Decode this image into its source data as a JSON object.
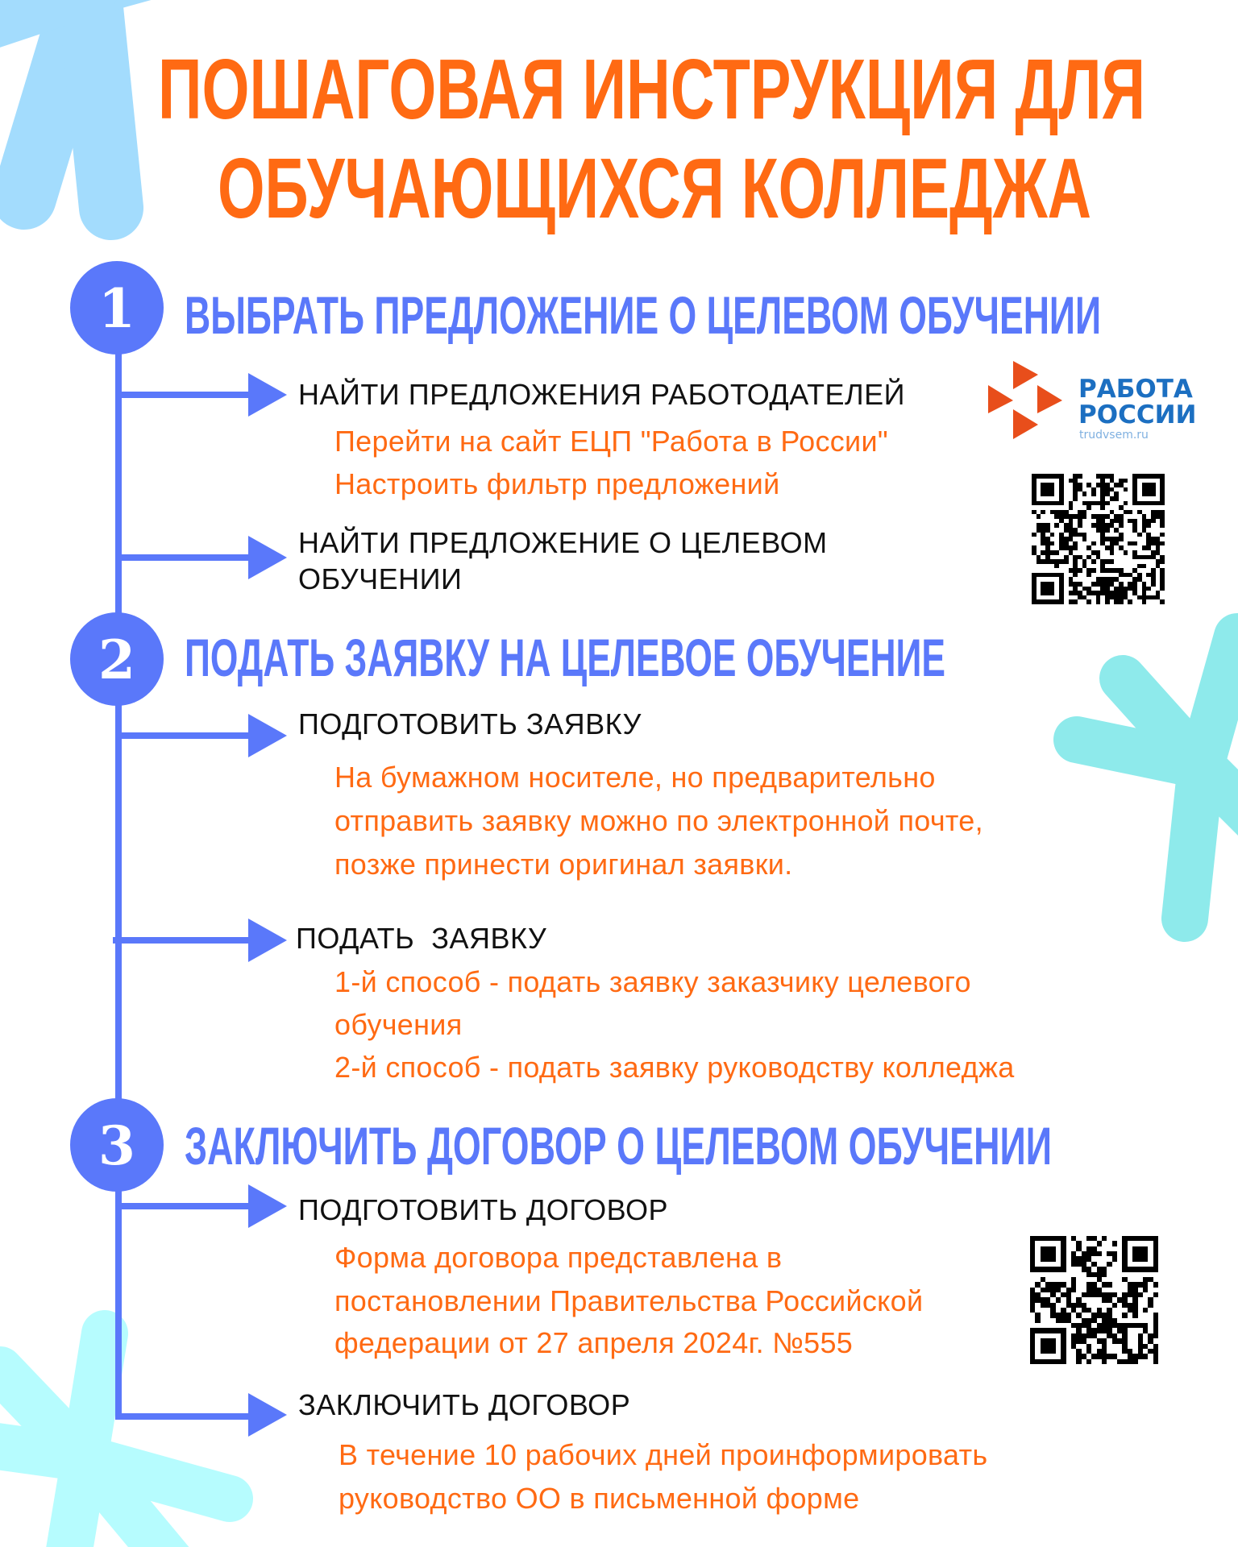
{
  "title": {
    "line1": "ПОШАГОВАЯ ИНСТРУКЦИЯ ДЛЯ",
    "line2": "ОБУЧАЮЩИХСЯ КОЛЛЕДЖА"
  },
  "colors": {
    "title": "#ff6a13",
    "accent": "#5a78fa",
    "body": "#ff6a13",
    "deco_top_left": "#a3dcfd",
    "deco_right": "#8eeaeb",
    "deco_bottom_left": "#b6fcfe"
  },
  "steps": [
    {
      "number": "1",
      "heading": "ВЫБРАТЬ ПРЕДЛОЖЕНИЕ О ЦЕЛЕВОМ ОБУЧЕНИИ",
      "substeps": [
        {
          "title": [
            "НАЙТИ ПРЕДЛОЖЕНИЯ РАБОТОДАТЕЛЕЙ"
          ],
          "lines": [
            "Перейти на сайт ЕЦП \"Работа в России\"",
            "Настроить фильтр предложений"
          ]
        },
        {
          "title": [
            "НАЙТИ ПРЕДЛОЖЕНИЕ О ЦЕЛЕВОМ",
            "ОБУЧЕНИИ"
          ],
          "lines": []
        }
      ]
    },
    {
      "number": "2",
      "heading": "ПОДАТЬ ЗАЯВКУ НА ЦЕЛЕВОЕ ОБУЧЕНИЕ",
      "substeps": [
        {
          "title": [
            "ПОДГОТОВИТЬ ЗАЯВКУ"
          ],
          "lines": [
            "На бумажном носителе, но предварительно",
            "отправить заявку можно по электронной почте,",
            "позже принести оригинал заявки."
          ]
        },
        {
          "title": [
            "ПОДАТЬ  ЗАЯВКУ"
          ],
          "lines": [
            "1-й способ - подать заявку заказчику целевого",
            "обучения",
            "2-й способ - подать заявку руководству колледжа"
          ]
        }
      ]
    },
    {
      "number": "3",
      "heading": "ЗАКЛЮЧИТЬ ДОГОВОР О ЦЕЛЕВОМ ОБУЧЕНИИ",
      "substeps": [
        {
          "title": [
            "ПОДГОТОВИТЬ ДОГОВОР"
          ],
          "lines": [
            "Форма договора представлена в",
            "постановлении Правительства Российской",
            "федерации от 27 апреля 2024г. №555"
          ]
        },
        {
          "title": [
            "ЗАКЛЮЧИТЬ ДОГОВОР"
          ],
          "lines": [
            "В течение 10 рабочих дней проинформировать",
            "руководство ОО в письменной форме"
          ]
        }
      ]
    }
  ],
  "logo": {
    "line1": "РАБОТА",
    "line2": "РОССИИ",
    "url": "trudvsem.ru"
  },
  "icons": [
    "asterisk-decoration",
    "arrow-right-icon",
    "qr-code-icon",
    "rabota-rossii-logo"
  ]
}
